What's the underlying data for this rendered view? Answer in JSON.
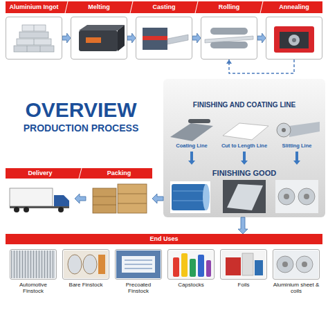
{
  "diagram": {
    "title": "OVERVIEW PRODUCTION PROCESS",
    "nodes": [
      {
        "text": [
          "Aluminium Ingot"
        ]
      },
      {
        "text": [
          "Melting"
        ]
      },
      {
        "text": [
          "Casting"
        ]
      },
      {
        "text": [
          "Rolling"
        ]
      },
      {
        "text": [
          "Annealing"
        ]
      },
      {
        "text": [
          "FINISHING AND COATING LINE",
          "FINISHING GOOD"
        ]
      },
      {
        "text": [
          "Coating Line"
        ],
        "in": 5
      },
      {
        "text": [
          "Cut to Length Line"
        ],
        "in": 5
      },
      {
        "text": [
          "Slitting Line"
        ],
        "in": 5
      },
      {
        "text": [
          "Delivery"
        ]
      },
      {
        "text": [
          "Packing"
        ]
      },
      {
        "text": [
          "End Uses"
        ]
      },
      {
        "text": [
          "Automotive Finstock"
        ],
        "in": 11
      },
      {
        "text": [
          "Bare Finstock"
        ],
        "in": 11
      },
      {
        "text": [
          "Precoated Finstock"
        ],
        "in": 11
      },
      {
        "text": [
          "Capstocks"
        ],
        "in": 11
      },
      {
        "text": [
          "Foils"
        ],
        "in": 11
      },
      {
        "text": [
          "Aluminium sheet & coils"
        ],
        "in": 11
      }
    ],
    "edges": [
      {
        "from": 0,
        "to": 1,
        "arrow": "to"
      },
      {
        "from": 1,
        "to": 2,
        "arrow": "to"
      },
      {
        "from": 2,
        "to": 3,
        "arrow": "to"
      },
      {
        "from": 3,
        "to": 4,
        "arrow": "to"
      },
      {
        "from": 4,
        "to": 3,
        "arrow": "to"
      },
      {
        "from": 5,
        "to": 10,
        "arrow": "to"
      },
      {
        "from": 10,
        "to": 9,
        "arrow": "to"
      },
      {
        "from": 5,
        "to": 11,
        "arrow": "to"
      }
    ]
  }
}
